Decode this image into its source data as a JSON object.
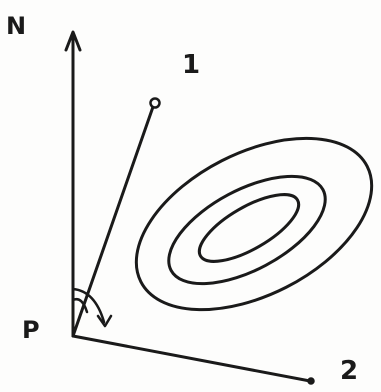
{
  "labels": {
    "north": "N",
    "point_one": "1",
    "origin": "P",
    "point_two": "2"
  },
  "colors": {
    "ink": "#1a1a1a",
    "paper": "#fdfdfc"
  }
}
